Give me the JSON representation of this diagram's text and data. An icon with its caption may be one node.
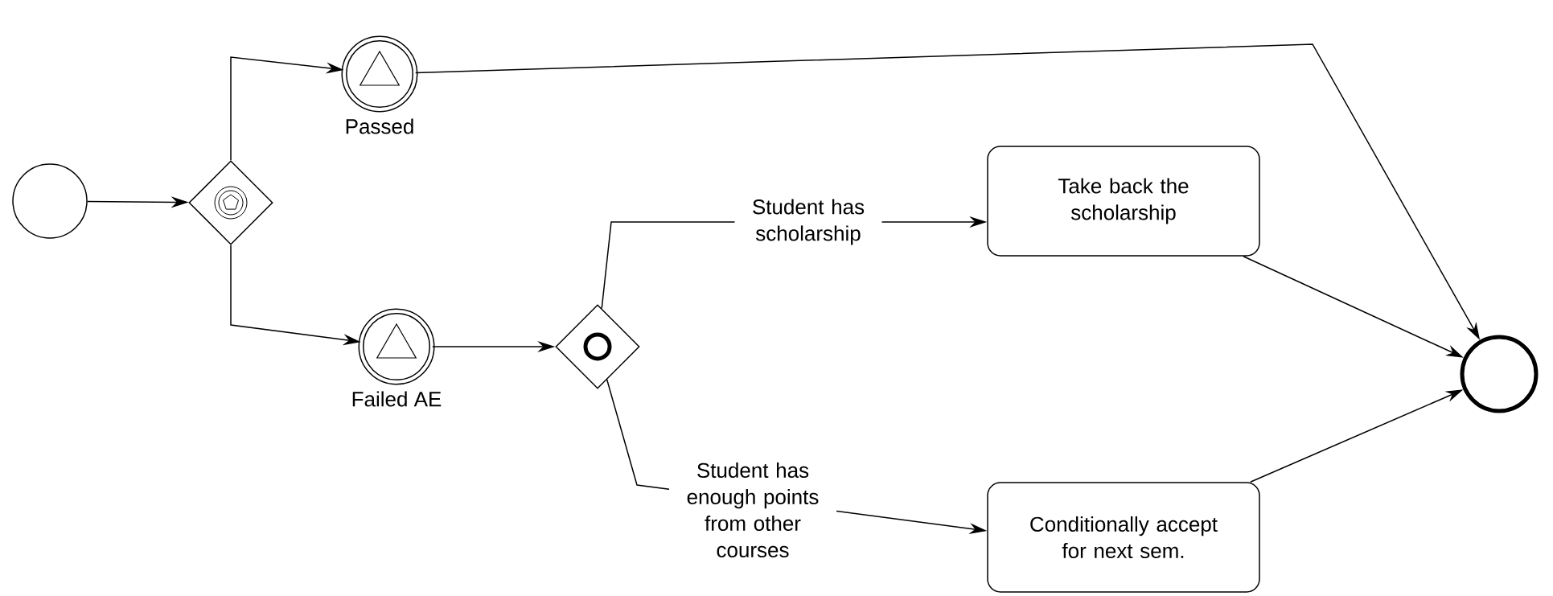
{
  "diagram": {
    "nodes": [
      {
        "text": [],
        "shape": "circle"
      },
      {
        "text": [],
        "shape": "diamond"
      },
      {
        "text": [
          "Passed"
        ]
      },
      {
        "text": [
          "Failed AE"
        ]
      },
      {
        "text": [],
        "shape": "diamond"
      },
      {
        "text": [
          "Take back the scholarship"
        ]
      },
      {
        "text": [
          "Conditionally accept for next sem."
        ]
      },
      {
        "text": [],
        "shape": "circle"
      }
    ],
    "edges": [
      {
        "from": 0,
        "to": 1,
        "arrow": "to"
      },
      {
        "from": 1,
        "to": 2,
        "arrow": "to"
      },
      {
        "from": 1,
        "to": 3,
        "arrow": "to"
      },
      {
        "from": 2,
        "to": 7,
        "arrow": "to"
      },
      {
        "from": 3,
        "to": 4,
        "arrow": "to"
      },
      {
        "from": 4,
        "to": 5,
        "arrow": "to",
        "label": "Student has scholarship"
      },
      {
        "from": 4,
        "to": 6,
        "arrow": "to",
        "label": "Student has enough points from other courses"
      },
      {
        "from": 5,
        "to": 7,
        "arrow": "to"
      },
      {
        "from": 6,
        "to": 7,
        "arrow": "to"
      }
    ]
  }
}
